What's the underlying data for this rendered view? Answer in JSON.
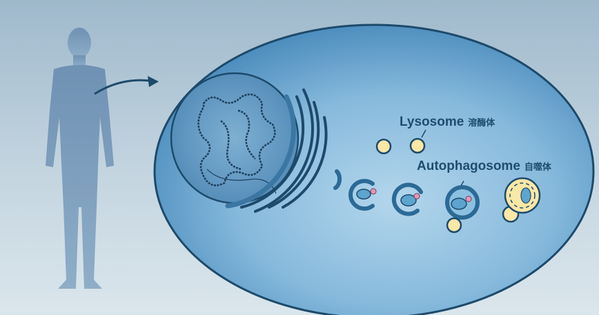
{
  "labels": {
    "lysosome": {
      "en": "Lysosome",
      "zh": "溶酶体"
    },
    "autophagosome": {
      "en": "Autophagosome",
      "zh": "自噬体"
    }
  },
  "colors": {
    "background": "#b3c9d8",
    "cell_edge": "#4f8fbf",
    "cell_center": "#a6cde6",
    "outline": "#1d4a6b",
    "vesicle": "#fbe7a6",
    "human": "#7c9dbd"
  }
}
